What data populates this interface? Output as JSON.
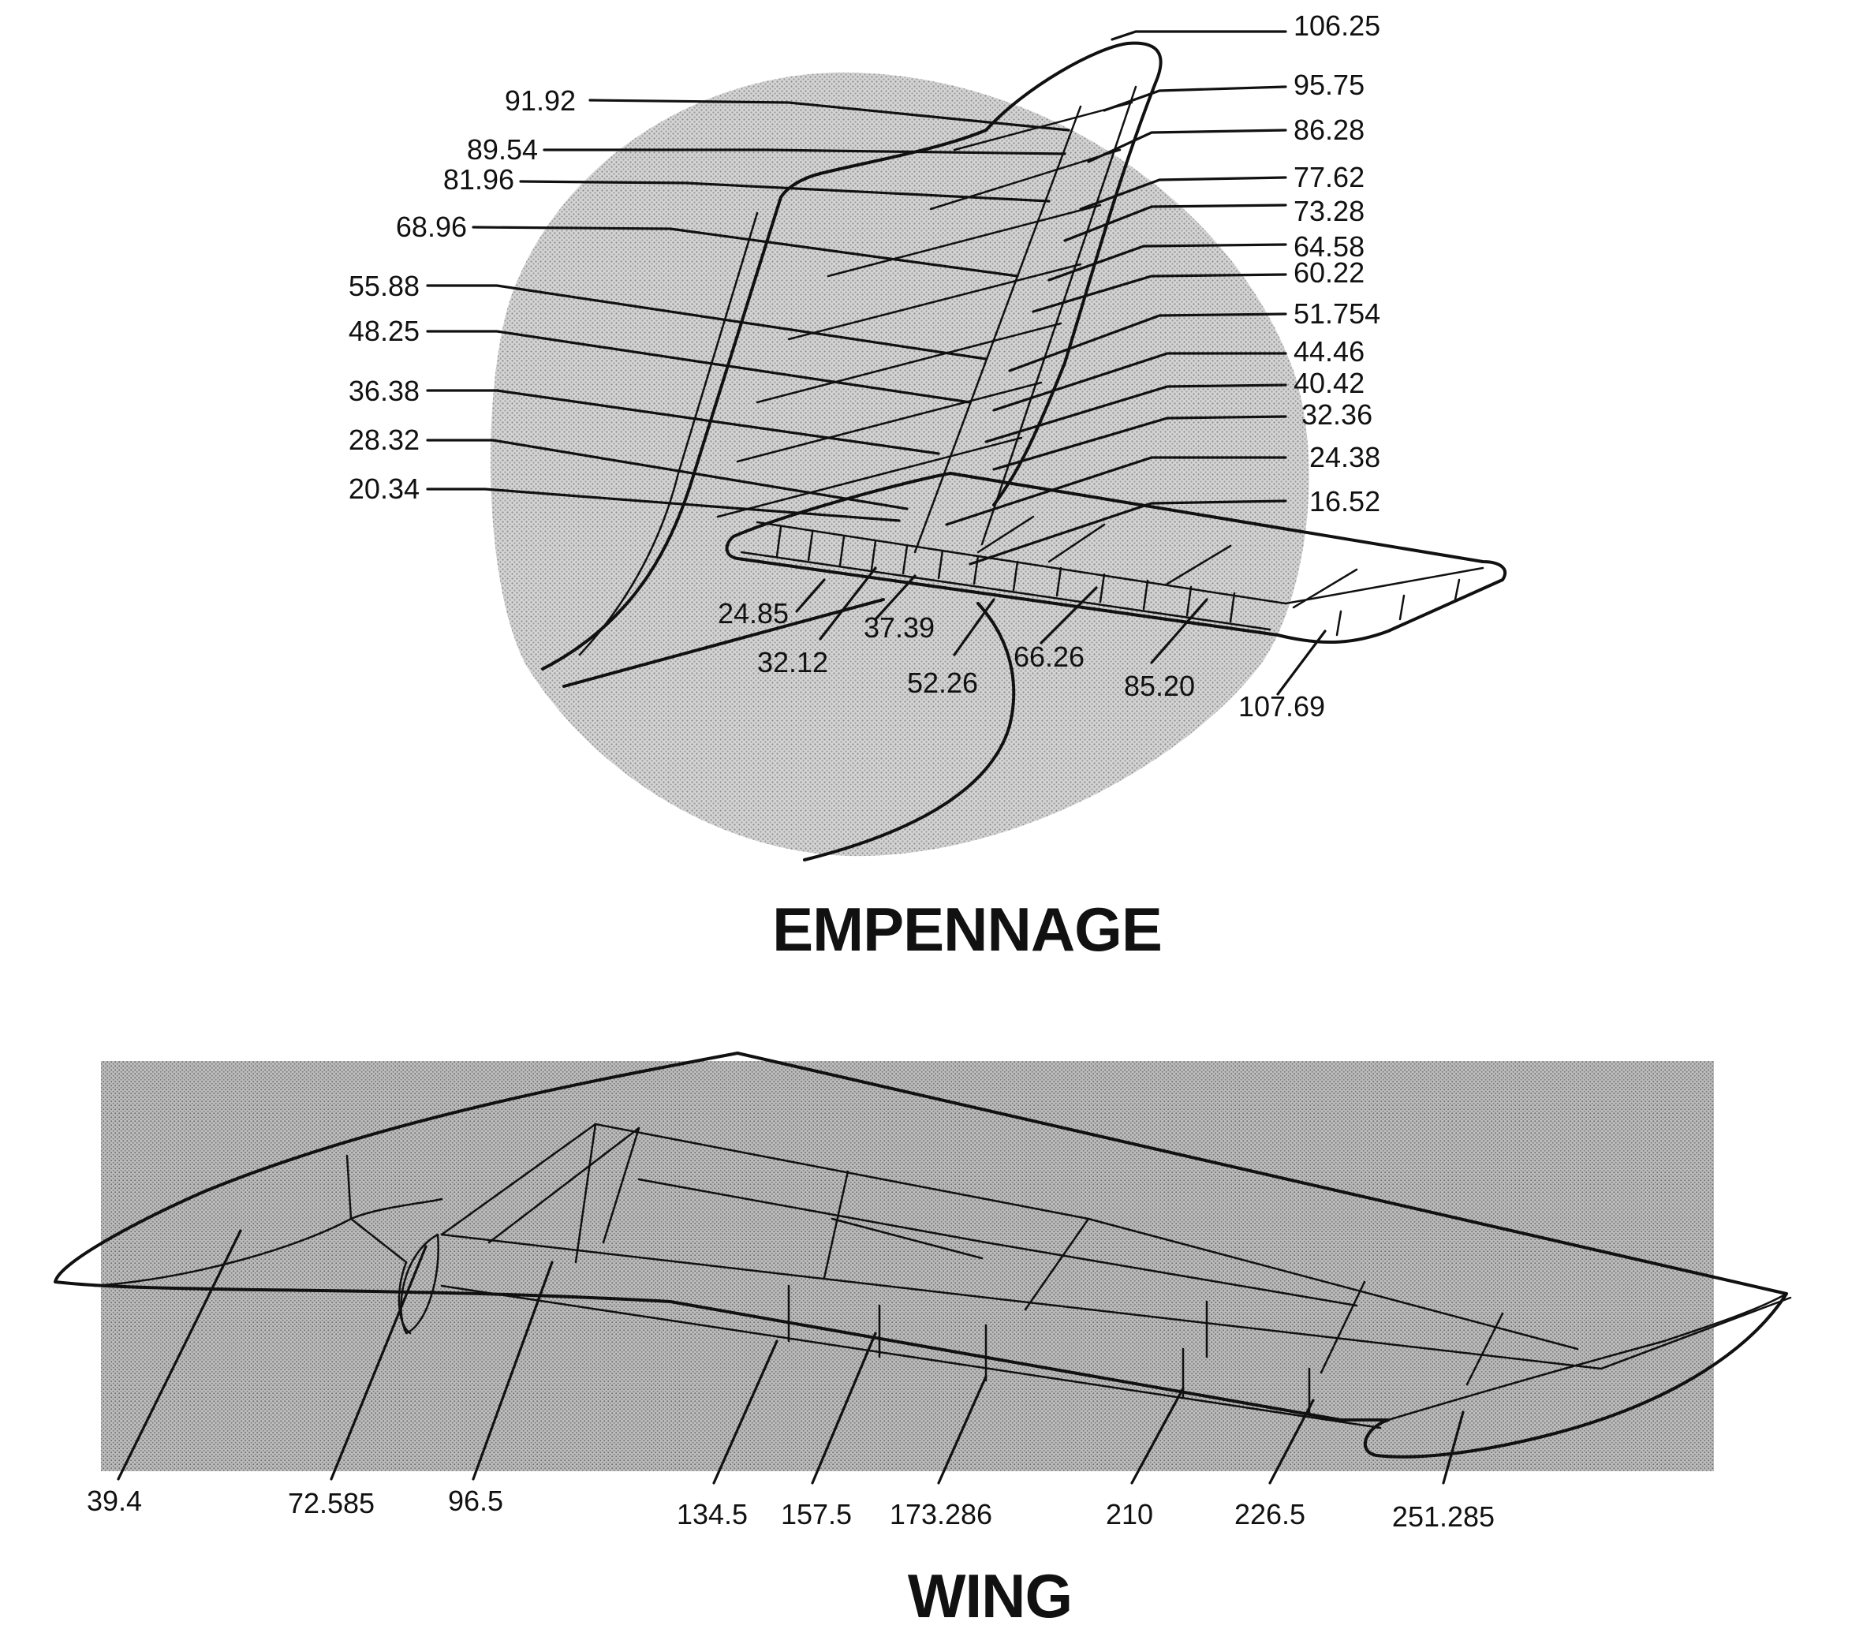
{
  "empennage": {
    "title": "EMPENNAGE",
    "fin_labels_left": [
      "91.92",
      "89.54",
      "81.96",
      "68.96",
      "55.88",
      "48.25",
      "36.38",
      "28.32",
      "20.34"
    ],
    "fin_labels_right": [
      "106.25",
      "95.75",
      "86.28",
      "77.62",
      "73.28",
      "64.58",
      "60.22",
      "51.754",
      "44.46",
      "40.42",
      "32.36",
      "24.38",
      "16.52"
    ],
    "stabilizer_labels": [
      "24.85",
      "37.39",
      "32.12",
      "52.26",
      "66.26",
      "85.20",
      "107.69"
    ]
  },
  "wing": {
    "title": "WING",
    "labels": [
      "39.4",
      "72.585",
      "96.5",
      "134.5",
      "157.5",
      "173.286",
      "210",
      "226.5",
      "251.285"
    ]
  }
}
